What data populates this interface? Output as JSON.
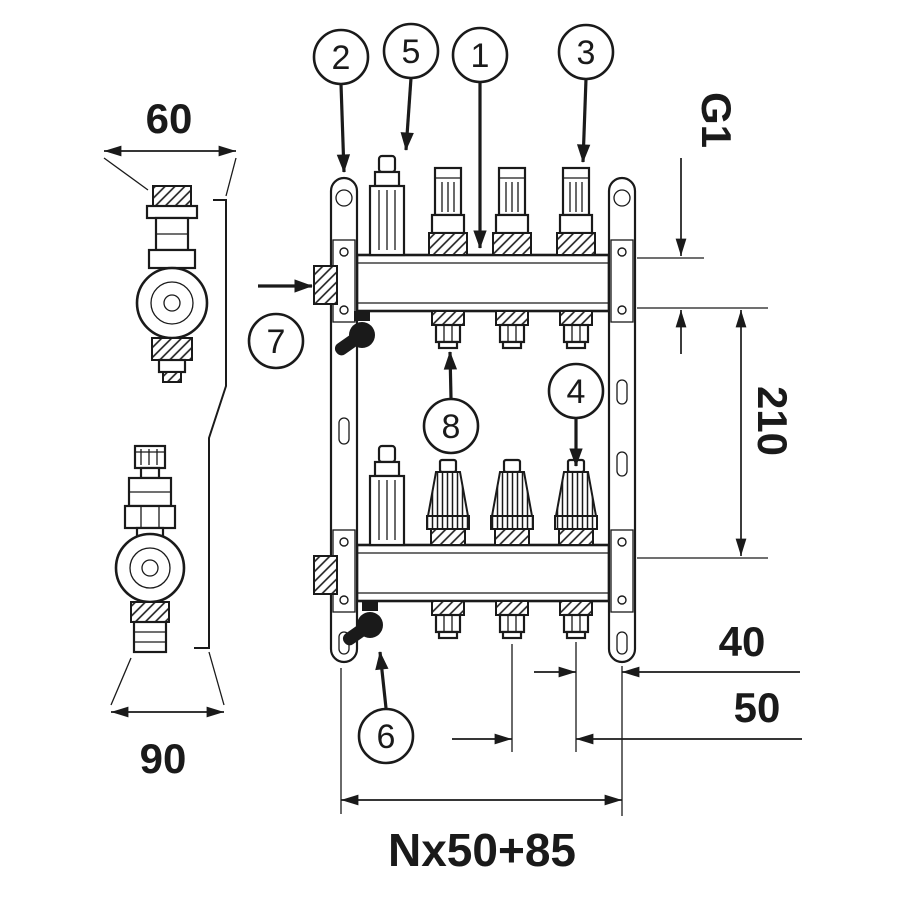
{
  "drawing": {
    "type": "technical-dimension-drawing",
    "subject": "underfloor-heating-manifold",
    "background": "#ffffff",
    "line_color": "#1a1a1a"
  },
  "callouts": {
    "c1": {
      "label": "1"
    },
    "c2": {
      "label": "2"
    },
    "c3": {
      "label": "3"
    },
    "c4": {
      "label": "4"
    },
    "c5": {
      "label": "5"
    },
    "c6": {
      "label": "6"
    },
    "c7": {
      "label": "7"
    },
    "c8": {
      "label": "8"
    }
  },
  "dimensions": {
    "side_top_width": "60",
    "side_bottom_width": "90",
    "connection_thread": "G1",
    "beam_spacing": "210",
    "end_offset": "40",
    "outlet_spacing": "50",
    "total_length": "Nx50+85"
  }
}
